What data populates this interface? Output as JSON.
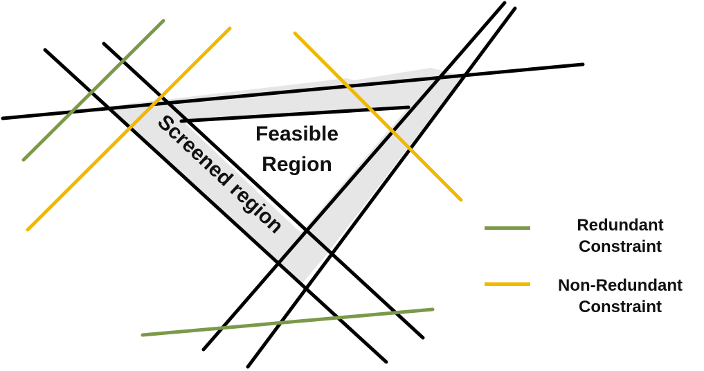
{
  "colors": {
    "feasible_constraint": "#000000",
    "redundant": "#7a9a4a",
    "non_redundant": "#f2b800",
    "screened_fill": "#e6e6e6"
  },
  "labels": {
    "feasible_region_line1": "Feasible",
    "feasible_region_line2": "Region",
    "screened_region": "Screened region"
  },
  "legend": {
    "redundant": {
      "line1": "Redundant",
      "line2": "Constraint",
      "color": "#7a9a4a"
    },
    "non_redundant": {
      "line1": "Non-Redundant",
      "line2": "Constraint",
      "color": "#f2b800"
    }
  }
}
